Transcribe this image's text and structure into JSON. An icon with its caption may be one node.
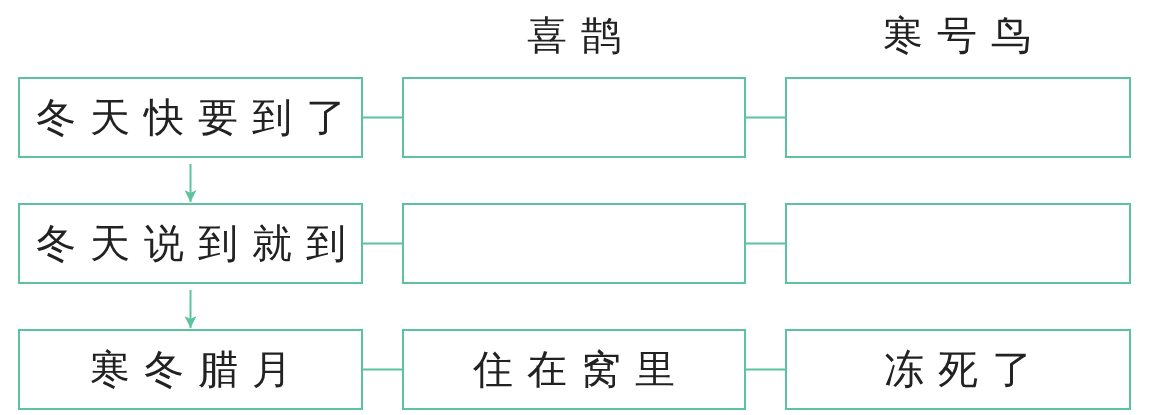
{
  "diagram": {
    "nodes": [
      {
        "text": [
          "冬天快要到了"
        ]
      },
      {
        "text": [],
        "shape": "box"
      },
      {
        "text": [],
        "shape": "box"
      },
      {
        "text": [
          "冬天说到就到"
        ]
      },
      {
        "text": [],
        "shape": "box"
      },
      {
        "text": [],
        "shape": "box"
      },
      {
        "text": [
          "寒冬腊月"
        ]
      },
      {
        "text": [
          "住在窝里"
        ]
      },
      {
        "text": [
          "冻死了"
        ]
      }
    ],
    "edges": [
      {
        "from": 0,
        "to": 1,
        "arrow": "none"
      },
      {
        "from": 1,
        "to": 2,
        "arrow": "none"
      },
      {
        "from": 0,
        "to": 3,
        "arrow": "to"
      },
      {
        "from": 3,
        "to": 4,
        "arrow": "none"
      },
      {
        "from": 4,
        "to": 5,
        "arrow": "none"
      },
      {
        "from": 3,
        "to": 6,
        "arrow": "to"
      },
      {
        "from": 6,
        "to": 7,
        "arrow": "none"
      },
      {
        "from": 7,
        "to": 8,
        "arrow": "none"
      }
    ],
    "labels": [
      "喜鹊",
      "寒号鸟"
    ]
  }
}
